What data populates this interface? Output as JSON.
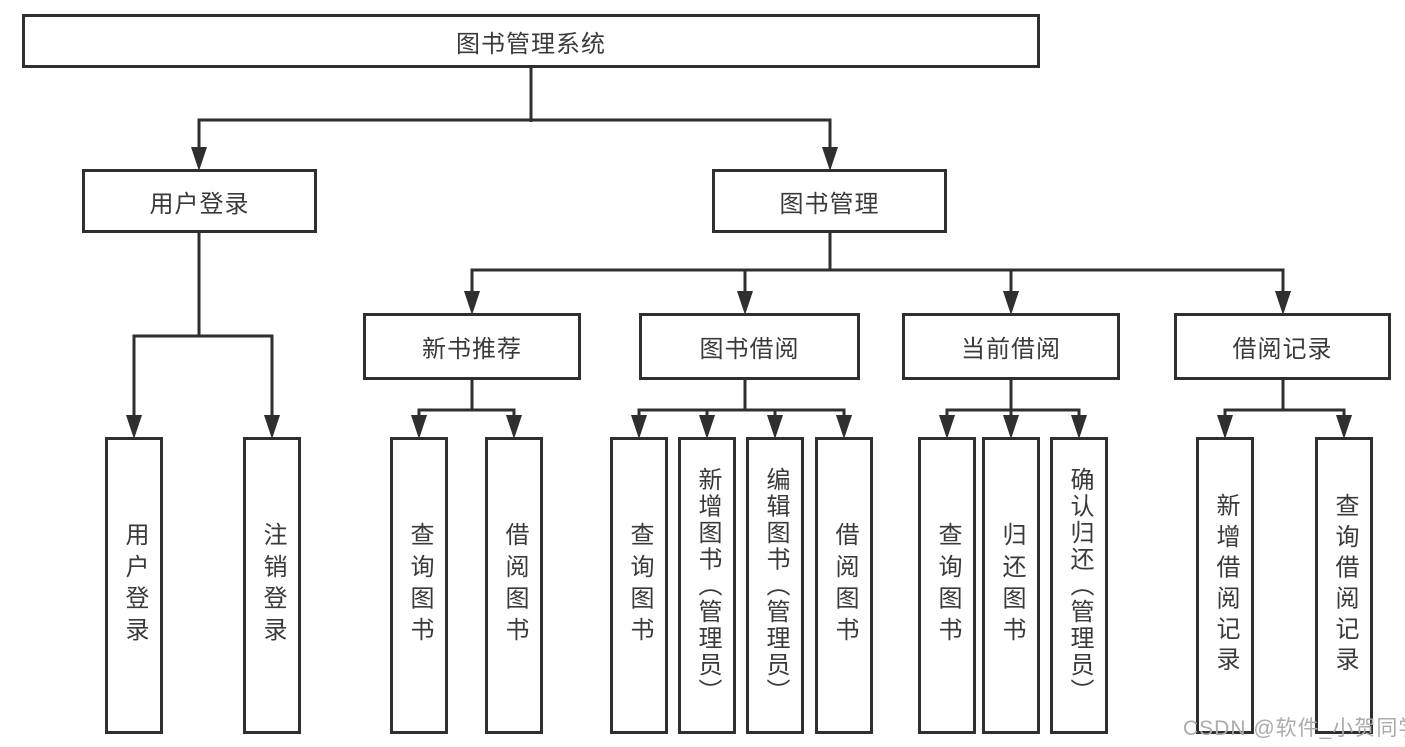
{
  "diagram": {
    "root": {
      "label": "图书管理系统"
    },
    "level2": [
      {
        "label": "用户登录"
      },
      {
        "label": "图书管理"
      }
    ],
    "level3": [
      {
        "label": "新书推荐",
        "parent": "图书管理"
      },
      {
        "label": "图书借阅",
        "parent": "图书管理"
      },
      {
        "label": "当前借阅",
        "parent": "图书管理"
      },
      {
        "label": "借阅记录",
        "parent": "图书管理"
      }
    ],
    "leaves": [
      {
        "label": "用户登录",
        "parent": "用户登录"
      },
      {
        "label": "注销登录",
        "parent": "用户登录"
      },
      {
        "label": "查询图书",
        "parent": "新书推荐"
      },
      {
        "label": "借阅图书",
        "parent": "新书推荐"
      },
      {
        "label": "查询图书",
        "parent": "图书借阅"
      },
      {
        "label": "新增图书（管理员）",
        "parent": "图书借阅"
      },
      {
        "label": "编辑图书（管理员）",
        "parent": "图书借阅"
      },
      {
        "label": "借阅图书",
        "parent": "图书借阅"
      },
      {
        "label": "查询图书",
        "parent": "当前借阅"
      },
      {
        "label": "归还图书",
        "parent": "当前借阅"
      },
      {
        "label": "确认归还（管理员）",
        "parent": "当前借阅"
      },
      {
        "label": "新增借阅记录",
        "parent": "借阅记录"
      },
      {
        "label": "查询借阅记录",
        "parent": "借阅记录"
      }
    ],
    "colors": {
      "box_border": "#2f2f2f",
      "line": "#2f2f2f",
      "text": "#3a3a3a",
      "background": "#ffffff",
      "watermark": "#ababab"
    }
  },
  "watermark": {
    "text": "CSDN @软件_小贺同学"
  }
}
